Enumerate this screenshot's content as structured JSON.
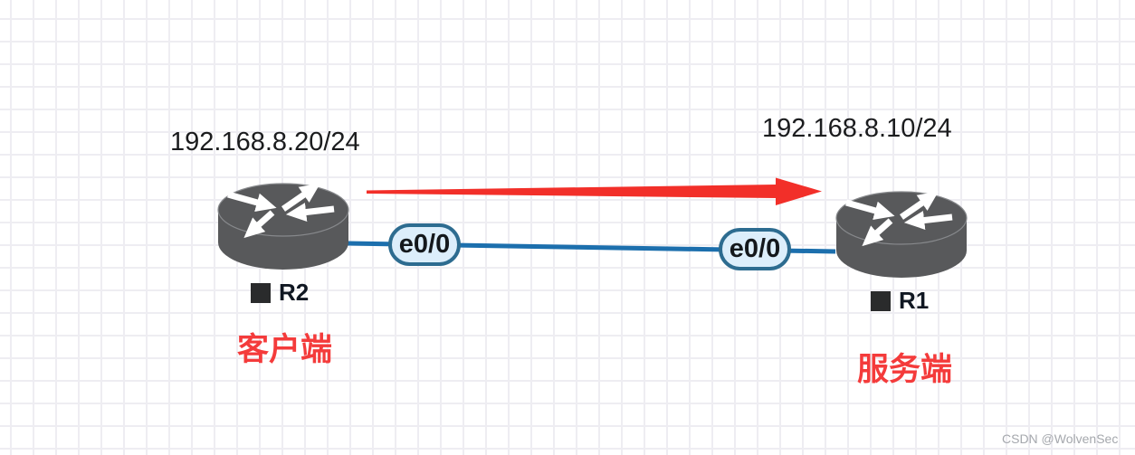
{
  "diagram": {
    "type": "network-topology",
    "grid_color": "#eeedf2",
    "nodes": [
      {
        "id": "r2",
        "label": "R2",
        "ip": "192.168.8.20/24",
        "role": "客户端",
        "port": "e0/0",
        "icon": "router-icon"
      },
      {
        "id": "r1",
        "label": "R1",
        "ip": "192.168.8.10/24",
        "role": "服务端",
        "port": "e0/0",
        "icon": "router-icon"
      }
    ],
    "link": {
      "from_port": "e0/0",
      "to_port": "e0/0",
      "color": "#1c6fad"
    },
    "flow_arrow": {
      "direction": "left-to-right",
      "color": "#f22f29"
    },
    "colors": {
      "router_body": "#58595b",
      "port_fill": "#dceefb",
      "port_border": "#2d6c90",
      "role_text": "#f43b3b"
    }
  },
  "watermark": "CSDN @WolvenSec"
}
